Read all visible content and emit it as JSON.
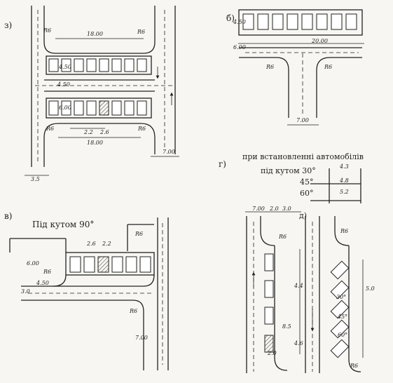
{
  "panels": {
    "a": {
      "label": "з)",
      "dims": {
        "top_len": "18.00",
        "bottom_len": "18.00",
        "r1": "R6",
        "r2": "R6",
        "r3": "R6",
        "r4": "R6",
        "h1": "4.50",
        "h2": "6.00",
        "gap": "4.50",
        "w1": "2.2",
        "w2": "2.6",
        "lane_b": "3.5",
        "lane_r": "7.00"
      }
    },
    "b": {
      "label": "б)",
      "dims": {
        "len": "20.00",
        "r1": "R6",
        "r2": "R6",
        "h1": "4.50",
        "h2": "6.00",
        "road": "7.00"
      }
    },
    "c": {
      "label": "в)",
      "title": "Під кутом 90°",
      "dims": {
        "d1": "2.6",
        "d2": "2.2",
        "r1": "R6",
        "r2": "R6",
        "r3": "R6",
        "h1": "6.00",
        "h2": "4.50",
        "h3": "3.0",
        "road": "7.00"
      }
    },
    "d": {
      "label": "г)",
      "title": "при встановленні автомобілів",
      "angle_rows": [
        {
          "label": "під кутом 30°",
          "value": "4.3"
        },
        {
          "label": "45°",
          "value": "4.8"
        },
        {
          "label": "60°",
          "value": "5.2"
        }
      ],
      "dims": {
        "road": "7.00",
        "s1": "2.0",
        "s2": "3.0",
        "d_label": "д)",
        "r1": "R6",
        "r2": "R6",
        "r3": "R6",
        "v1": "4.4",
        "v2": "8.5",
        "v3": "4.6",
        "v4": "5.0",
        "v5": "2.0"
      },
      "angles": [
        "30°",
        "45°",
        "60°"
      ]
    }
  }
}
